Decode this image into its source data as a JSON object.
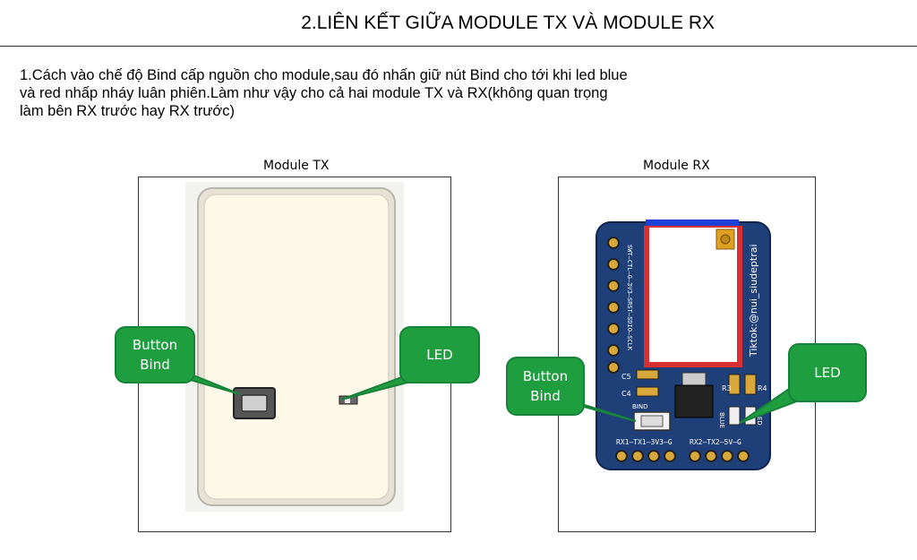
{
  "page": {
    "title": "2.LIÊN KẾT GIỮA  MODULE TX VÀ MODULE  RX",
    "instruction_lines": [
      "1.Cách vào chế độ Bind cấp nguồn cho module,sau đó nhấn giữ nút Bind cho tới khi led blue",
      "và red nhấp nháy luân phiên.Làm như vậy cho cả hai module TX và RX(không quan trọng",
      "làm bên RX trước hay RX trước)"
    ]
  },
  "tx": {
    "caption": "Module TX",
    "button_callout": [
      "Button",
      "Bind"
    ],
    "led_callout": "LED"
  },
  "rx": {
    "caption": "Module RX",
    "button_callout": [
      "Button",
      "Bind"
    ],
    "led_callout": "LED",
    "pcb_labels": {
      "left_header": "SWT—CTL—G—3V3—SRST—SDIO—SCLK",
      "watermark": "Tiktok:@nui_siudeptrai",
      "bottom_left": "RX1—TX1—3V3—G",
      "bottom_right": "RX2—TX2—5V—G",
      "bind": "BIND",
      "blue": "BLUE",
      "red": "RED",
      "c5": "C5",
      "c4": "C4",
      "r3": "R3",
      "r4": "R4"
    }
  },
  "colors": {
    "callout_green": "#1e9e3e",
    "pcb_blue": "#1f3f78",
    "pad_gold": "#d9a83a",
    "tx_case": "#fdf9e8"
  }
}
